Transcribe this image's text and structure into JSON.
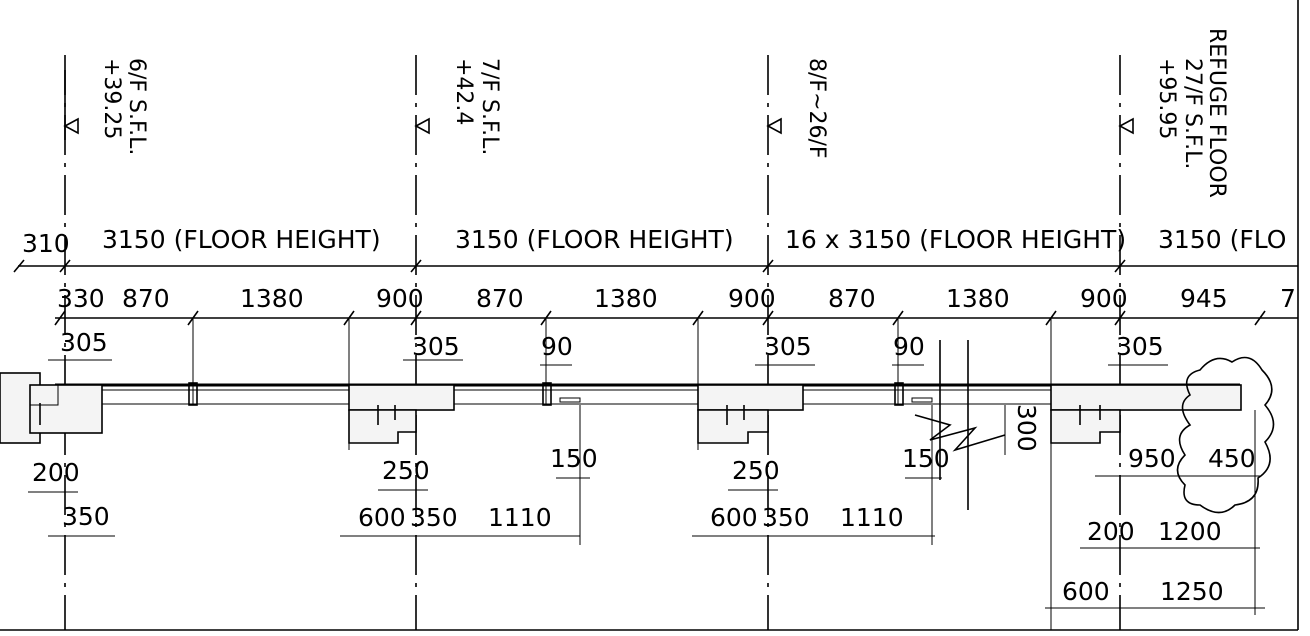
{
  "levels": [
    {
      "name": "6/F S.F.L.",
      "elevation": "+39.25"
    },
    {
      "name": "7/F S.F.L.",
      "elevation": "+42.4"
    },
    {
      "name": "8/F~26/F",
      "elevation": ""
    },
    {
      "name": "27/F S.F.L.",
      "elevation": "+95.95",
      "note": "REFUGE FLOOR"
    }
  ],
  "floor_heights": {
    "left_offset": "310",
    "h1": "3150 (FLOOR HEIGHT)",
    "h2": "3150 (FLOOR HEIGHT)",
    "h3": "16 x 3150 (FLOOR HEIGHT)",
    "h4": "3150 (FLO"
  },
  "top_dims": {
    "d330": "330",
    "d870a": "870",
    "d1380a": "1380",
    "d900a": "900",
    "d870b": "870",
    "d1380b": "1380",
    "d900b": "900",
    "d870c": "870",
    "d1380c": "1380",
    "d900c": "900",
    "d945": "945",
    "d7": "7"
  },
  "mid_dims": {
    "d305a": "305",
    "d305b": "305",
    "d90a": "90",
    "d305c": "305",
    "d90b": "90",
    "d305d": "305"
  },
  "bottom_dims": {
    "d200": "200",
    "d350": "350",
    "d250a": "250",
    "d150a": "150",
    "d600a": "600",
    "d350b": "350",
    "d1110a": "1110",
    "d250b": "250",
    "d150b": "150",
    "d600b": "600",
    "d350c": "350",
    "d1110b": "1110",
    "d300": "300",
    "d950": "950",
    "d450": "450",
    "d200b": "200",
    "d1200": "1200",
    "d600c": "600",
    "d1250": "1250"
  }
}
